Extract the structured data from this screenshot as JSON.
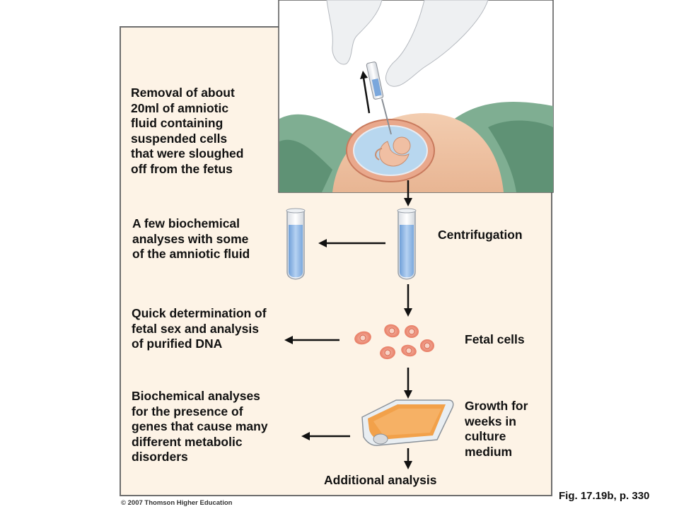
{
  "labels": {
    "removal": "Removal of about\n20ml of amniotic\nfluid containing\nsuspended cells\nthat were sloughed\noff from the fetus",
    "biochem_few": "A few biochemical\nanalyses with some\nof the amniotic fluid",
    "centrifugation": "Centrifugation",
    "quick_determination": "Quick determination of\nfetal sex and analysis\nof purified DNA",
    "fetal_cells": "Fetal cells",
    "metabolic": "Biochemical analyses\nfor the presence of\ngenes that cause many\ndifferent metabolic\ndisorders",
    "growth": "Growth for\nweeks in\nculture\nmedium",
    "additional": "Additional analysis"
  },
  "copyright": "© 2007 Thomson Higher Education",
  "figure_ref": "Fig. 17.19b, p. 330",
  "colors": {
    "panel_bg": "#fdf3e6",
    "fluid_blue": "#8fb8e8",
    "cell_pink": "#f29a86",
    "culture_orange": "#f2a14a",
    "drape_green": "#7aa88a",
    "skin": "#f5d3b8"
  }
}
